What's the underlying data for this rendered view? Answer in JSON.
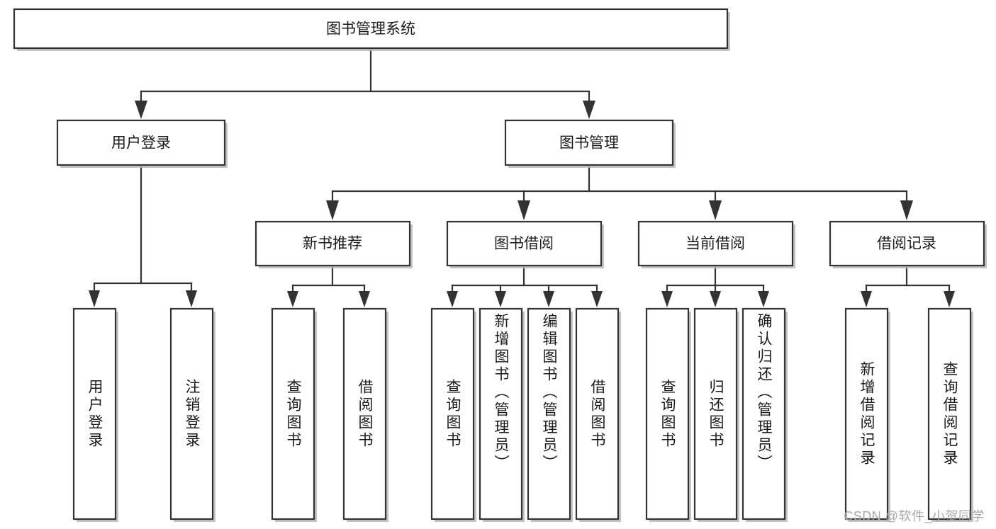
{
  "diagram": {
    "type": "hierarchy-tree",
    "title": "图书管理系统",
    "watermark": "CSDN @软件_小贺同学",
    "colors": {
      "background": "#ffffff",
      "box_stroke": "#333333",
      "box_fill": "#ffffff",
      "text": "#1a1a1a",
      "shadow": "#b9b9b9",
      "watermark": "#a8a8a8"
    },
    "levels": {
      "root": {
        "label": "图书管理系统"
      },
      "level2": [
        {
          "label": "用户登录"
        },
        {
          "label": "图书管理"
        }
      ],
      "level3": [
        {
          "label": "新书推荐"
        },
        {
          "label": "图书借阅"
        },
        {
          "label": "当前借阅"
        },
        {
          "label": "借阅记录"
        }
      ],
      "leaves": {
        "用户登录": [
          {
            "label": "用户登录"
          },
          {
            "label": "注销登录"
          }
        ],
        "新书推荐": [
          {
            "label": "查询图书"
          },
          {
            "label": "借阅图书"
          }
        ],
        "图书借阅": [
          {
            "label": "查询图书"
          },
          {
            "label": "新增图书（管理员）"
          },
          {
            "label": "编辑图书（管理员）"
          },
          {
            "label": "借阅图书"
          }
        ],
        "当前借阅": [
          {
            "label": "查询图书"
          },
          {
            "label": "归还图书"
          },
          {
            "label": "确认归还（管理员）"
          }
        ],
        "借阅记录": [
          {
            "label": "新增借阅记录"
          },
          {
            "label": "查询借阅记录"
          }
        ]
      }
    }
  }
}
